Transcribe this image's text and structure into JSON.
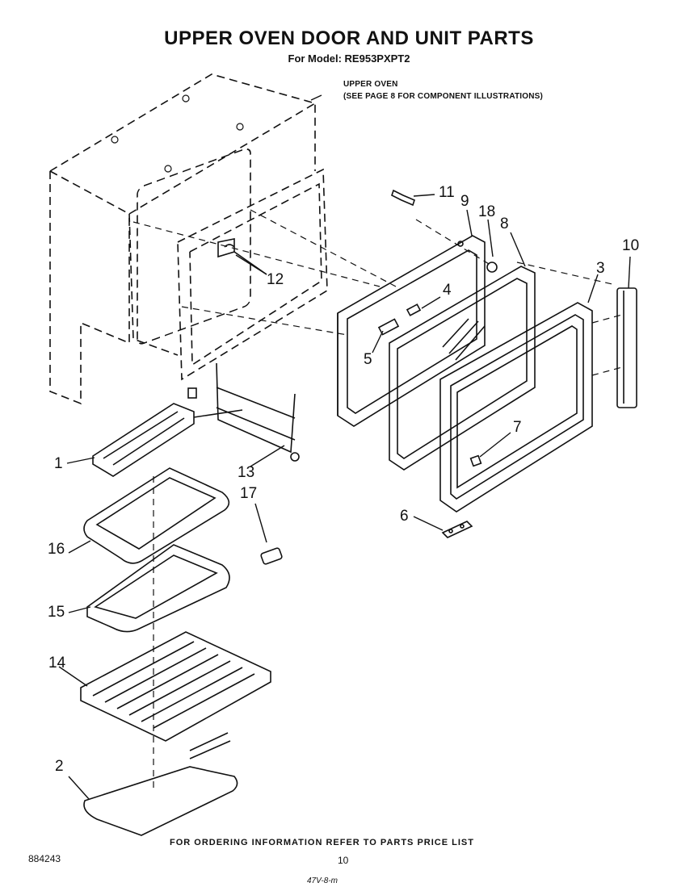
{
  "header": {
    "title": "UPPER OVEN DOOR AND UNIT PARTS",
    "subtitle": "For Model: RE953PXPT2"
  },
  "note": {
    "line1": "UPPER OVEN",
    "line2": "(SEE PAGE 8 FOR COMPONENT ILLUSTRATIONS)"
  },
  "callouts": {
    "c1": "1",
    "c2": "2",
    "c3": "3",
    "c4": "4",
    "c5": "5",
    "c6": "6",
    "c7": "7",
    "c8": "8",
    "c9": "9",
    "c10": "10",
    "c11": "11",
    "c12": "12",
    "c13": "13",
    "c14": "14",
    "c15": "15",
    "c16": "16",
    "c17": "17",
    "c18": "18"
  },
  "footer": {
    "ordering_note": "FOR ORDERING INFORMATION REFER TO PARTS PRICE LIST",
    "doc_number": "884243",
    "page_number": "10",
    "mark": "47V-8-m"
  }
}
